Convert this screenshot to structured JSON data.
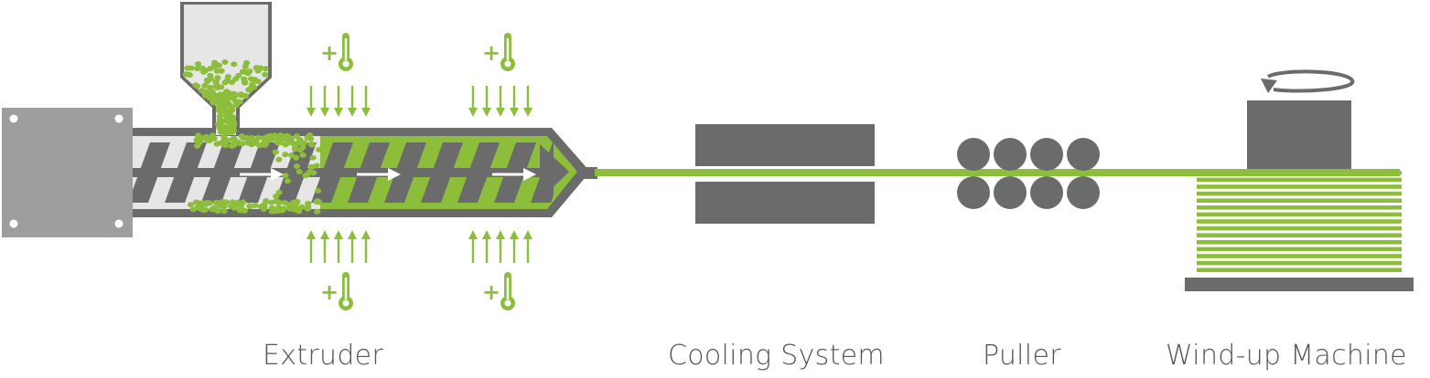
{
  "stages": {
    "extruder": "Extruder",
    "cooling": "Cooling System",
    "puller": "Puller",
    "windup": "Wind-up Machine"
  },
  "thermo_symbol": "+",
  "colors": {
    "green": "#8dbe3b",
    "dark_gray": "#6b6b6b",
    "mid_gray": "#8a8a8a",
    "light_gray": "#9e9e9e",
    "pale_gray": "#e6e6e6"
  }
}
